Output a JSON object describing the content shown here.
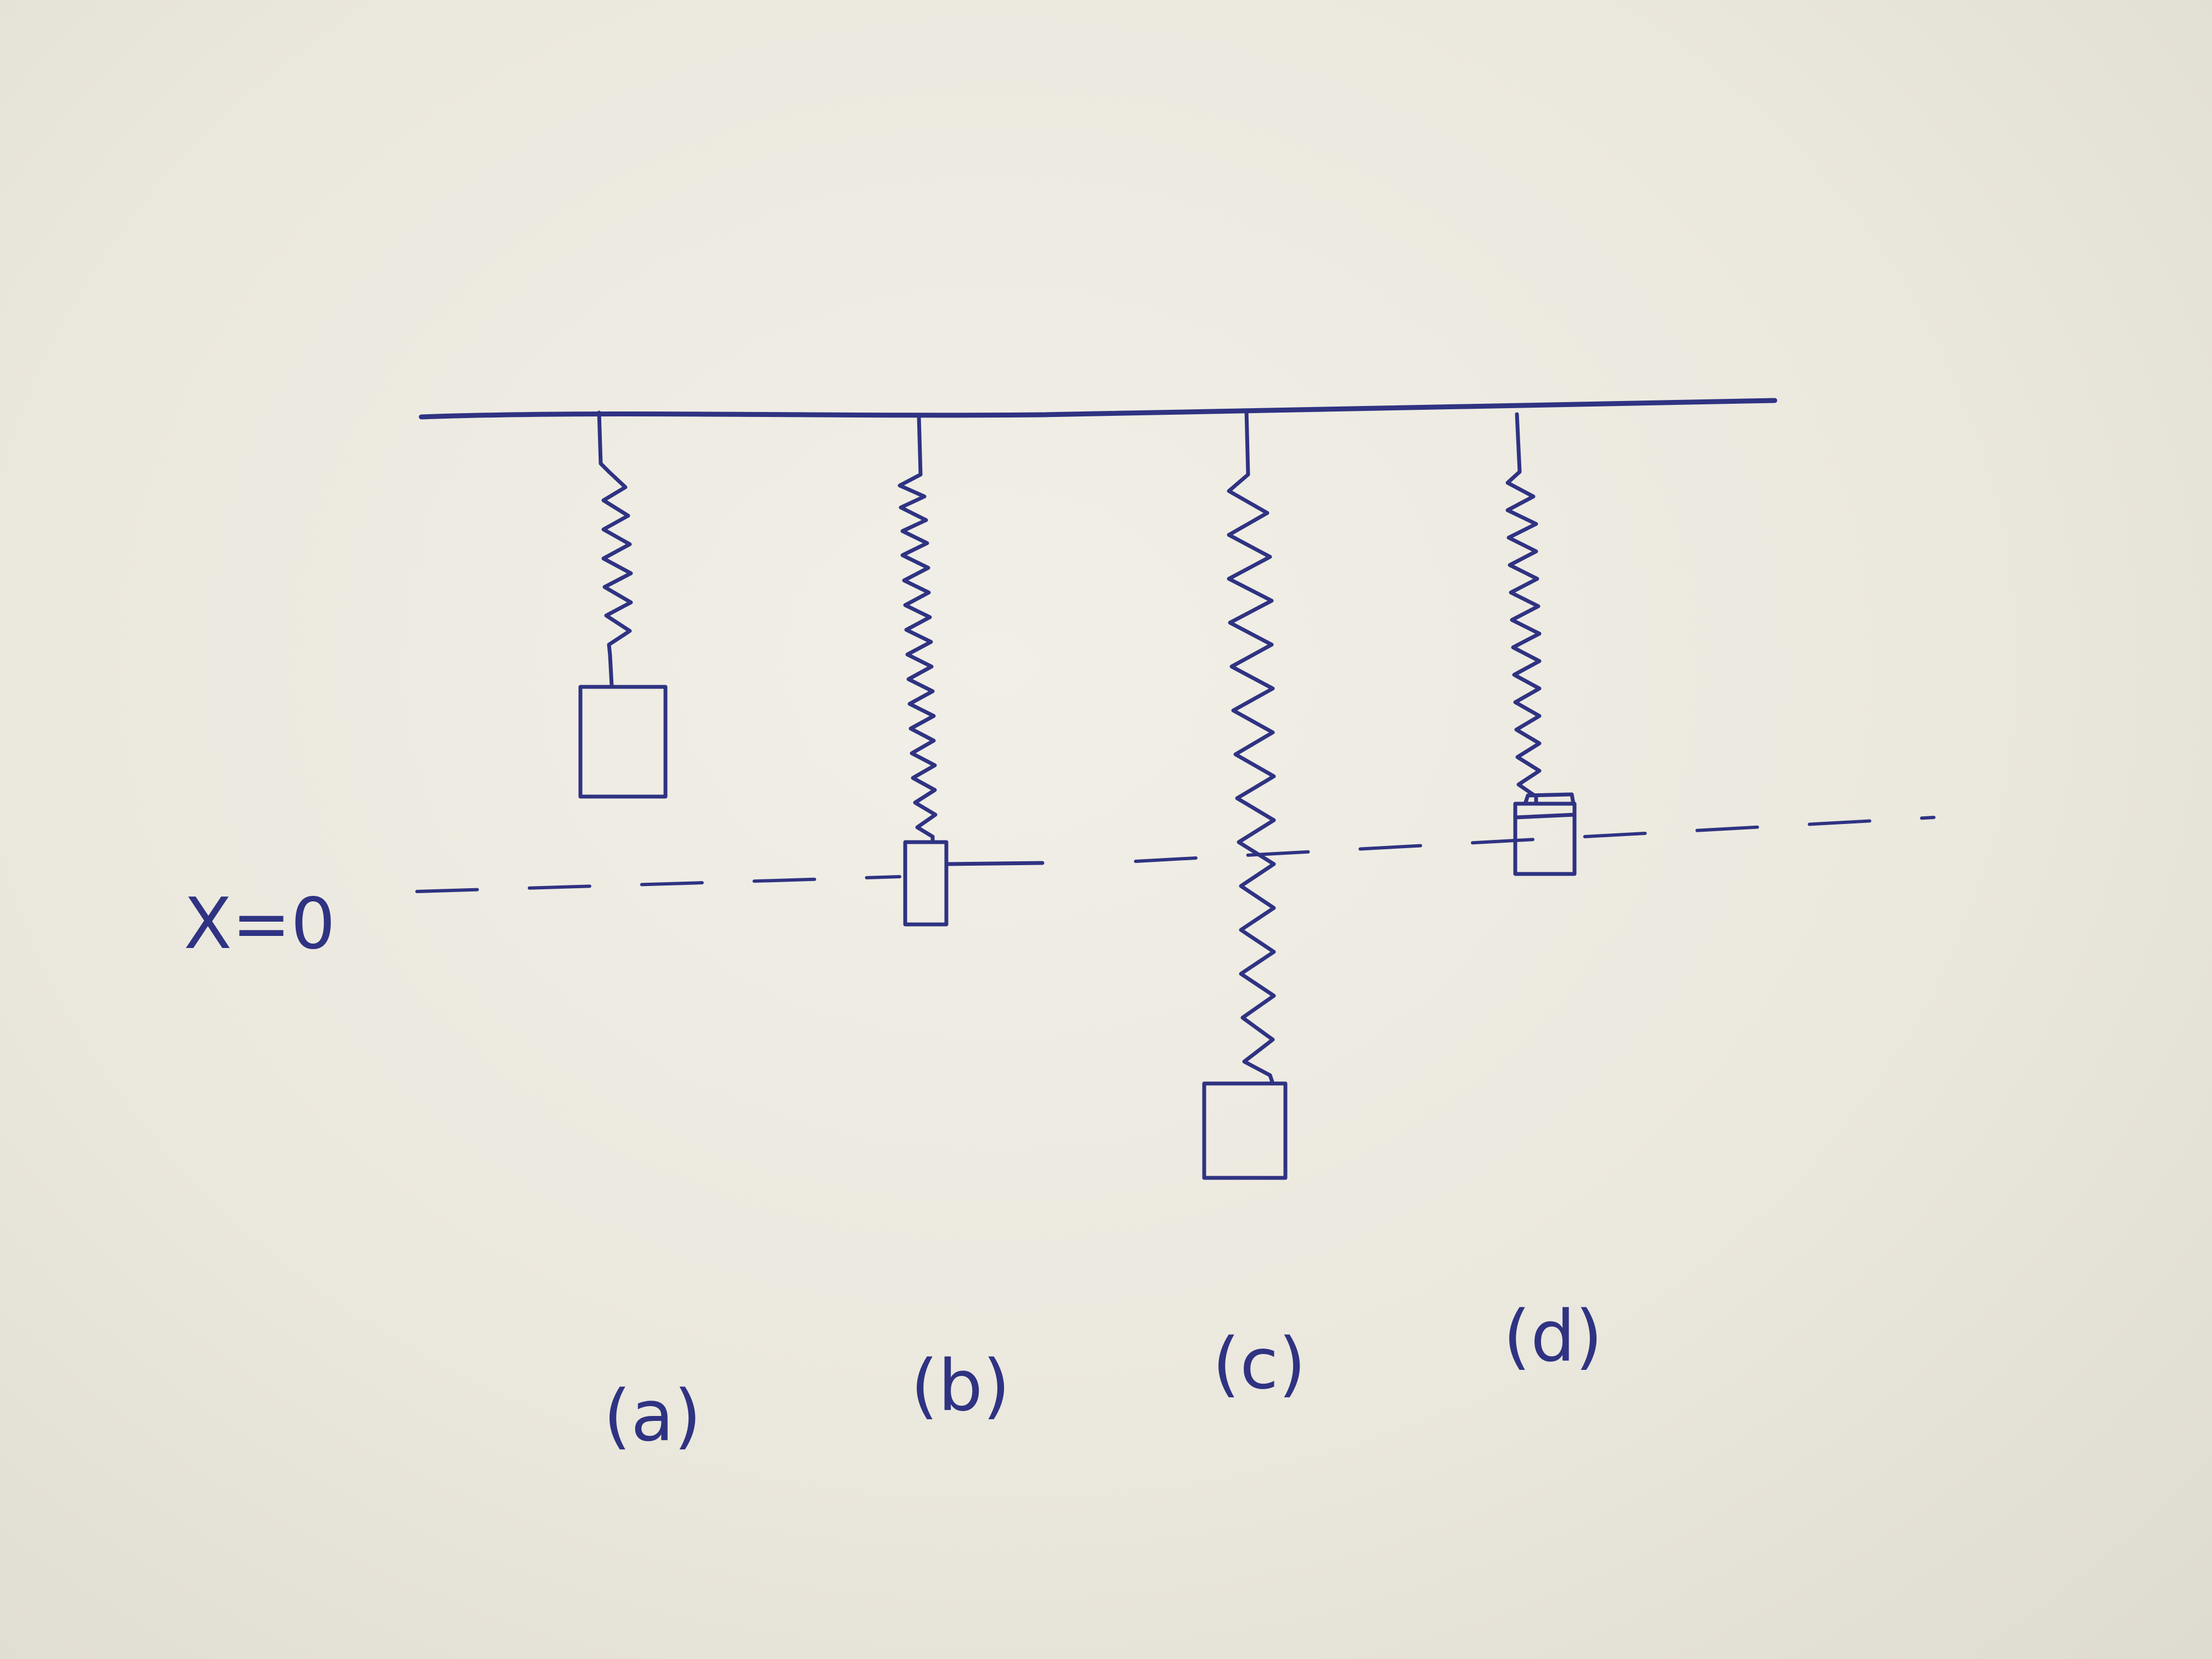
{
  "diagram": {
    "ink_color": "#2f3382",
    "paper_color": "#eae7dc",
    "reference_line": {
      "label": "X=0"
    },
    "systems": [
      {
        "id": "a",
        "caption": "(a)",
        "state": "spring with hanging mass above x=0"
      },
      {
        "id": "b",
        "caption": "(b)",
        "state": "stretched spring, mass at x=0"
      },
      {
        "id": "c",
        "caption": "(c)",
        "state": "spring stretched further, mass below x=0"
      },
      {
        "id": "d",
        "caption": "(d)",
        "state": "spring with mass near x=0"
      }
    ]
  }
}
